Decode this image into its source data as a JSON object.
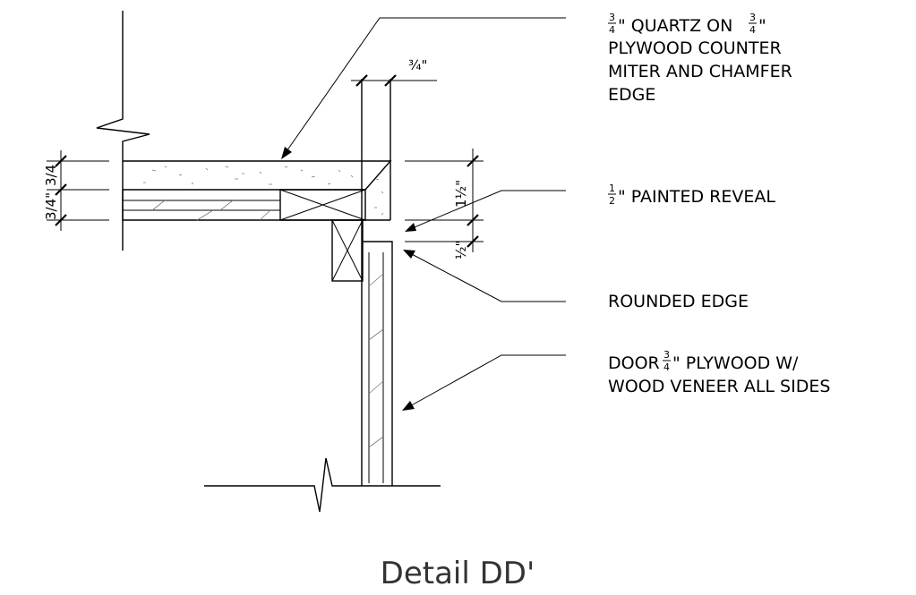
{
  "callouts": {
    "quartz": {
      "line1_suffix": "\" QUARTZ ON ",
      "line1_end": "\"",
      "frac_num": "3",
      "frac_den": "4",
      "line2": "PLYWOOD COUNTER",
      "line3": "MITER AND CHAMFER",
      "line4": "EDGE"
    },
    "reveal": {
      "frac_num": "1",
      "frac_den": "2",
      "text": "\" PAINTED REVEAL"
    },
    "rounded": {
      "text": "ROUNDED EDGE"
    },
    "door": {
      "prefix": "DOOR ",
      "frac_num": "3",
      "frac_den": "4",
      "suffix": "\" PLYWOOD W/",
      "line2": "WOOD VENEER ALL SIDES"
    }
  },
  "dimensions": {
    "top_thickness": "¾\"",
    "left_upper": "3/4",
    "left_lower": "3/4\"",
    "right_upper": "1½\"",
    "right_lower": "½\""
  },
  "title": "Detail DD'"
}
